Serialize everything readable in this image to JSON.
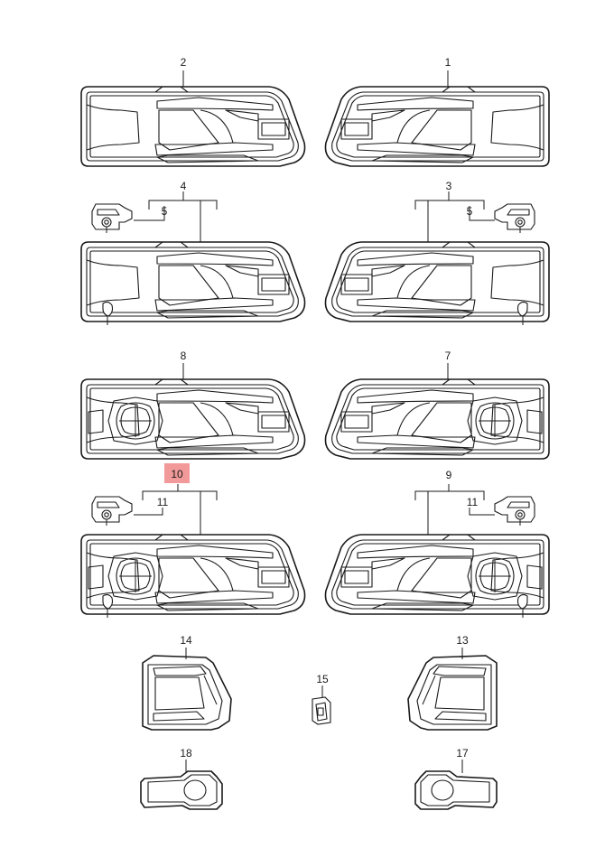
{
  "diagram": {
    "labels": {
      "p1": "1",
      "p2": "2",
      "p3": "3",
      "p4": "4",
      "p5a": "5",
      "p5b": "5",
      "p7": "7",
      "p8": "8",
      "p9": "9",
      "p10": "10",
      "p11a": "11",
      "p11b": "11",
      "p13": "13",
      "p14": "14",
      "p15": "15",
      "p17": "17",
      "p18": "18"
    },
    "highlight_color": "#f29a9a"
  }
}
